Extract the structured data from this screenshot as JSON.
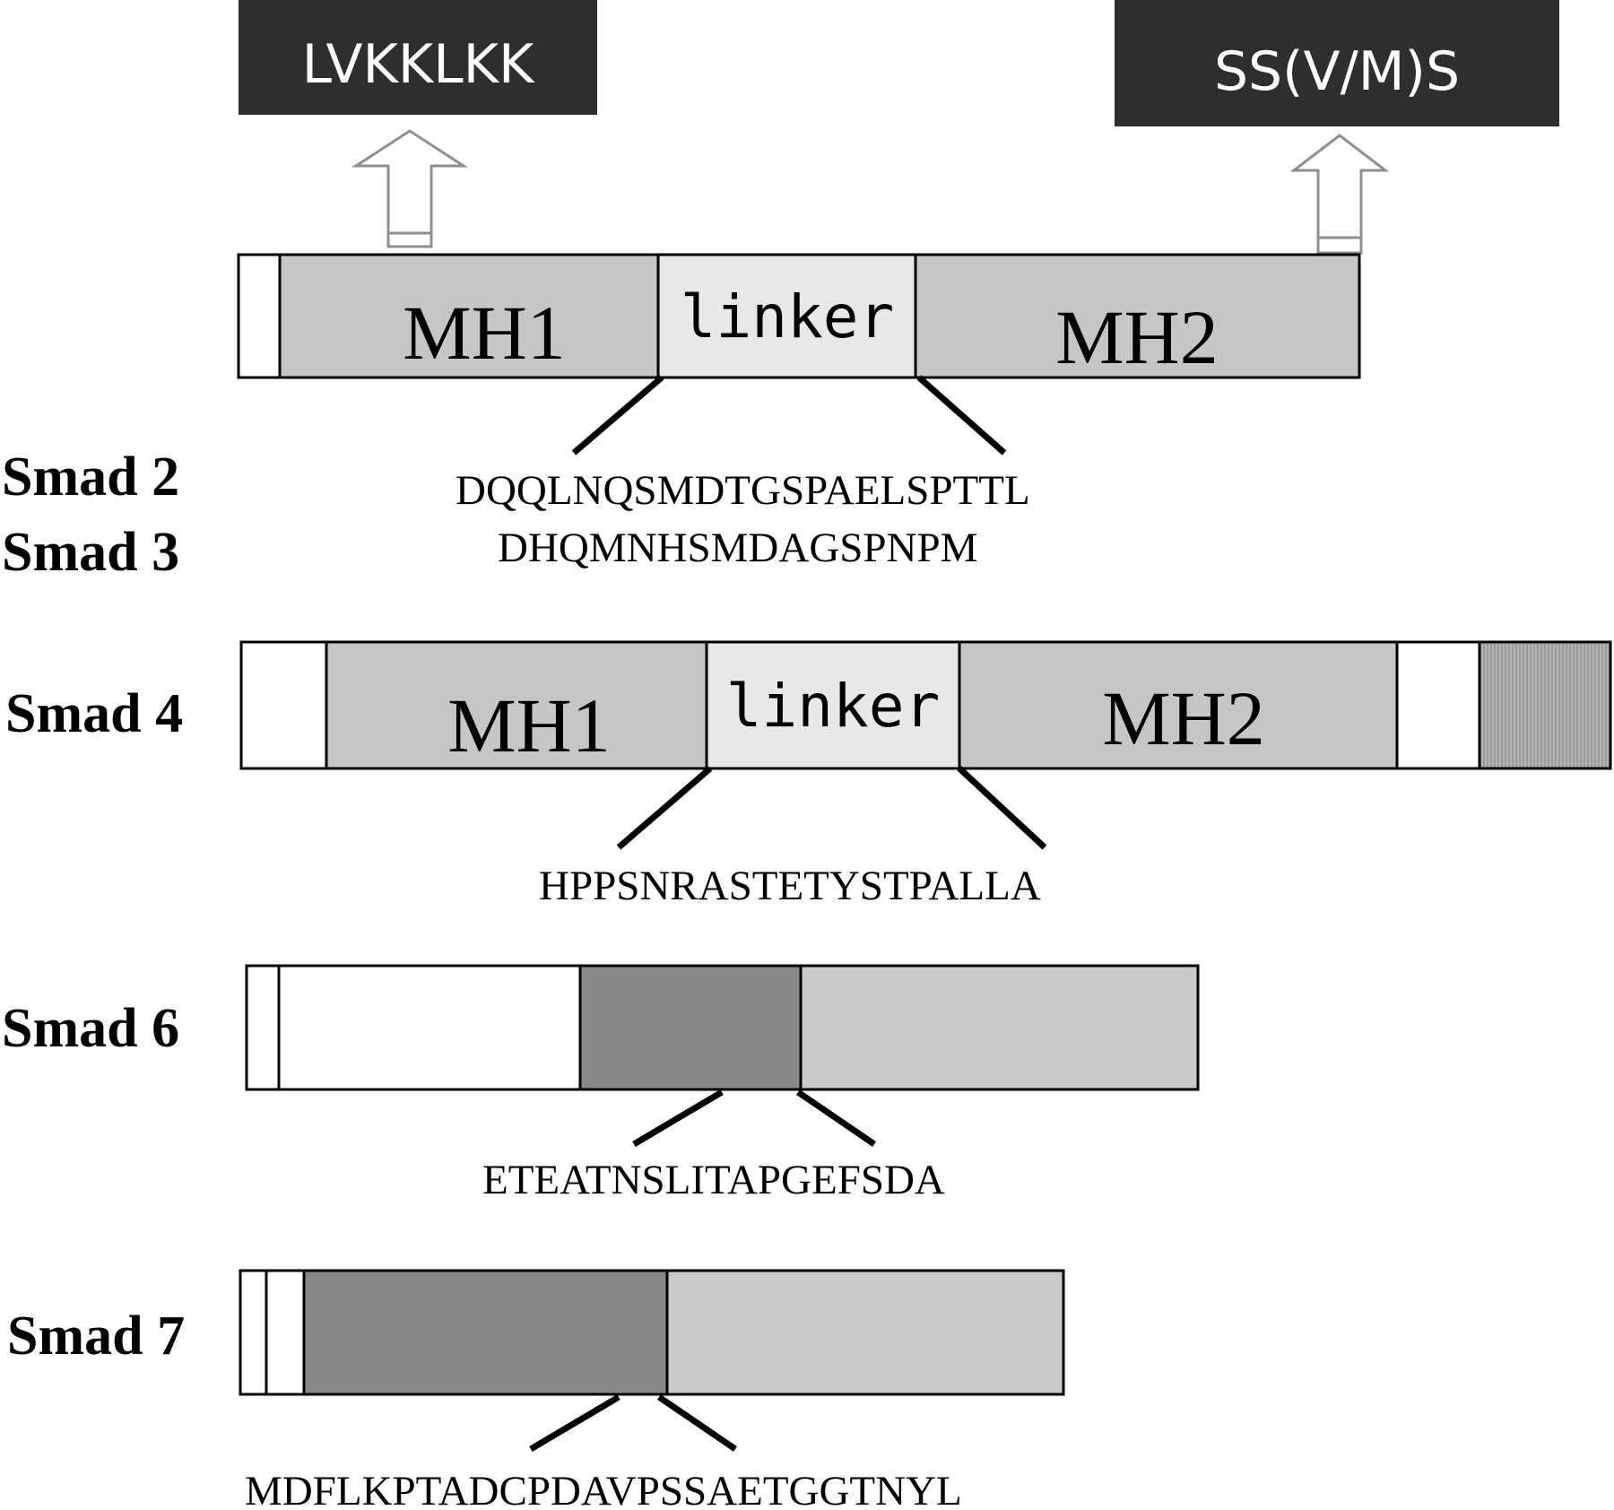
{
  "colors": {
    "domain": "#c6c6c6",
    "linker": "#e8e8e8",
    "dark_domain": "#888888",
    "light_domain": "#c9c9c9",
    "motif_box": "#2e2e2e",
    "outline": "#000000"
  },
  "motifs": {
    "nls": "LVKKLKK",
    "phospho": "SS(V/M)S"
  },
  "r_smad": {
    "mh1": "MH1",
    "linker": "linker",
    "mh2": "MH2",
    "labels": [
      "Smad 2",
      "Smad 3"
    ],
    "sequences": [
      "DQQLNQSMDTGSPAELSPTTL",
      "DHQMNHSMDAGSPNPM"
    ]
  },
  "smad4": {
    "label": "Smad 4",
    "mh1": "MH1",
    "linker": "linker",
    "mh2": "MH2",
    "sequence": "HPPSNRASTETYSTPALLA"
  },
  "smad6": {
    "label": "Smad 6",
    "sequence": "ETEATNSLITAPGEFSDA"
  },
  "smad7": {
    "label": "Smad 7",
    "sequence": "MDFLKPTADCPDAVPSSAETGGTNYL"
  }
}
